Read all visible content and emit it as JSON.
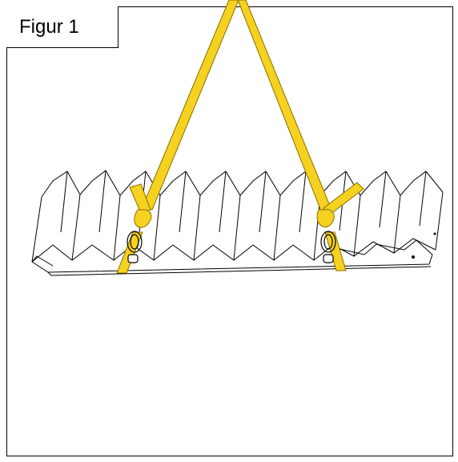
{
  "figure": {
    "label": "Figur 1"
  },
  "colors": {
    "strap": "#f5d21f",
    "strap_edge": "#8a6d00",
    "line": "#000000",
    "background": "#ffffff"
  },
  "icons": {
    "lifting_strap": "lifting-strap",
    "shackle": "shackle",
    "beam": "corrugated-beam"
  }
}
